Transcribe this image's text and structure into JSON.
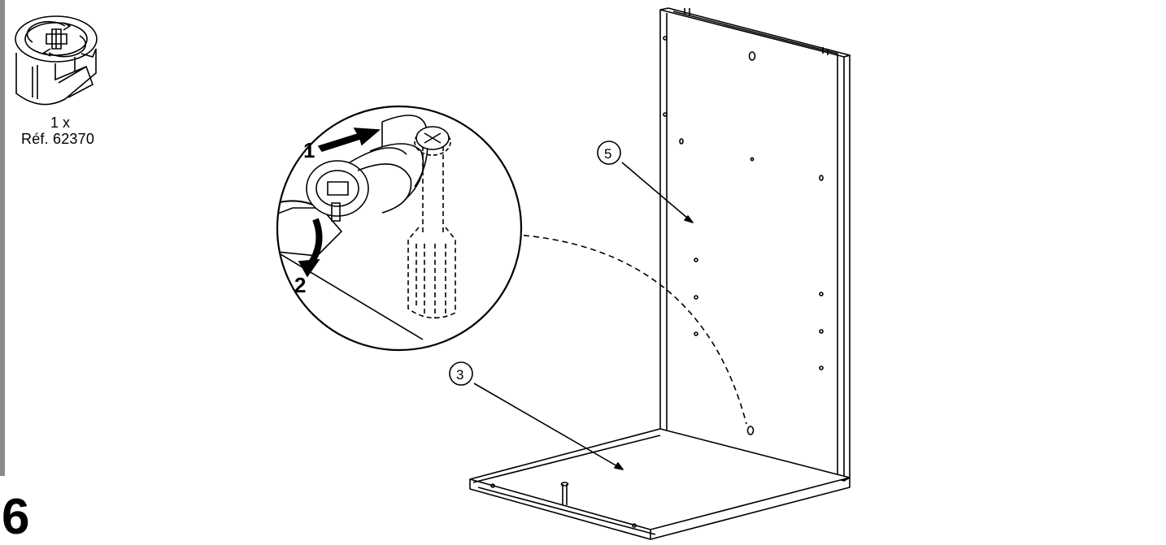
{
  "parts": {
    "quantity": "1 x",
    "reference": "Réf. 62370",
    "icon": "cam-lock-fitting-icon"
  },
  "step": {
    "number": "6"
  },
  "callouts": {
    "panel_back": "5",
    "panel_bottom": "3"
  },
  "detail": {
    "action_1": "1",
    "action_2": "2",
    "icon": "screwdriver-tighten-cam-icon"
  }
}
